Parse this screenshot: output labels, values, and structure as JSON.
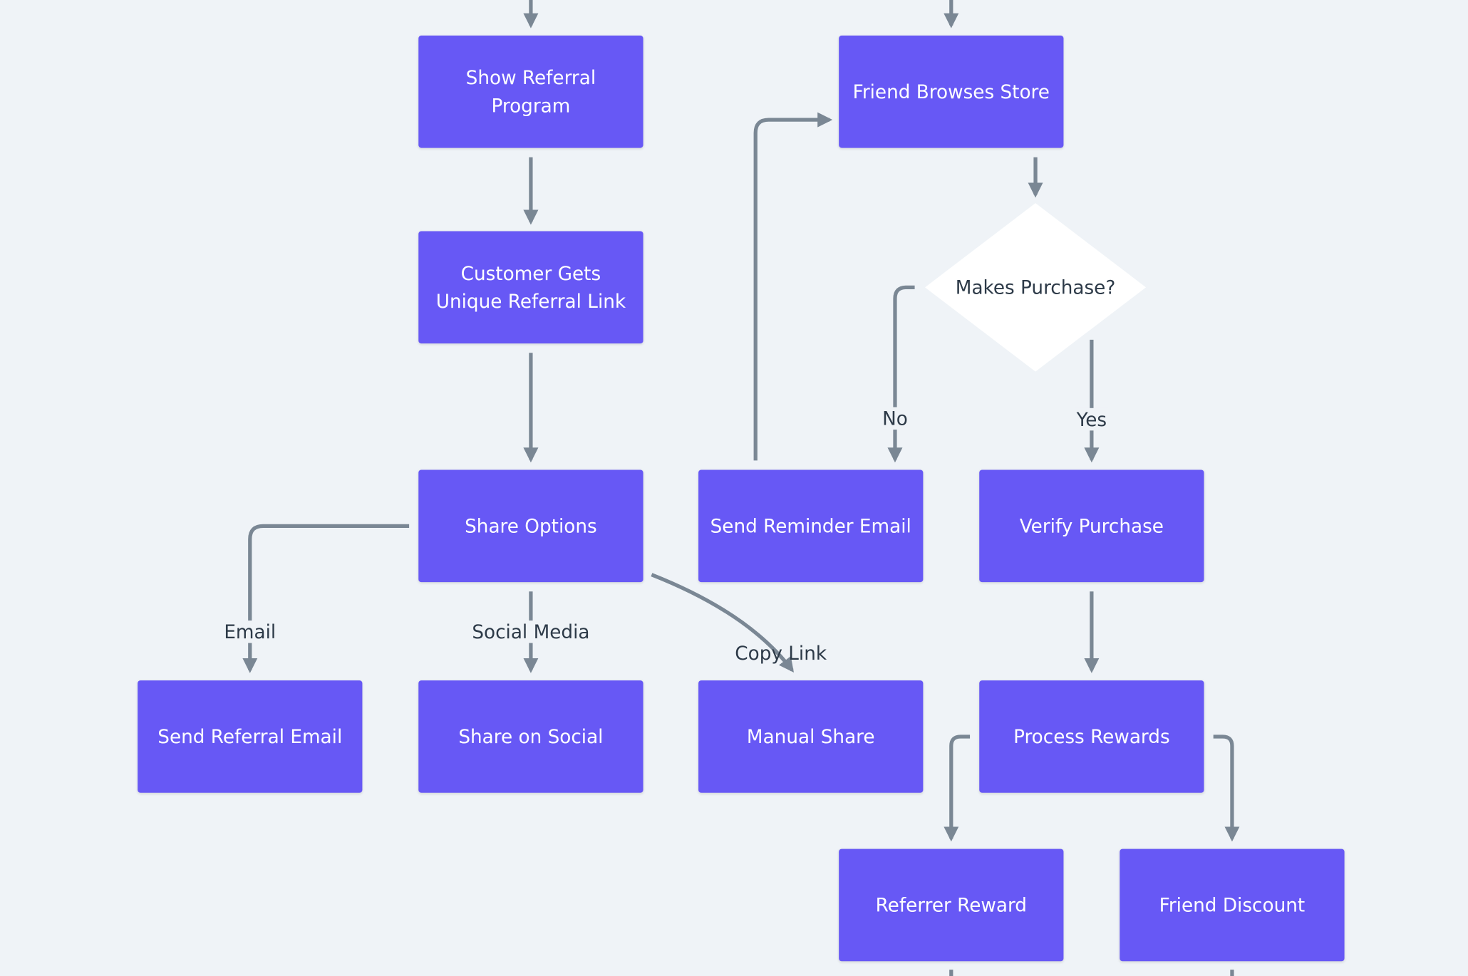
{
  "colors": {
    "node": "#6758f5",
    "edge": "#7a8794",
    "background": "#eff3f7",
    "decision": "#ffffff"
  },
  "nodes": {
    "show_referral": "Show Referral Program",
    "friend_browses": "Friend Browses Store",
    "unique_link": "Customer Gets Unique Referral Link",
    "makes_purchase": "Makes Purchase?",
    "share_options": "Share Options",
    "reminder_email": "Send Reminder Email",
    "verify_purchase": "Verify Purchase",
    "referral_email": "Send Referral Email",
    "share_social": "Share on Social",
    "manual_share": "Manual Share",
    "process_rewards": "Process Rewards",
    "referrer_reward": "Referrer Reward",
    "friend_discount": "Friend Discount"
  },
  "edge_labels": {
    "email": "Email",
    "social": "Social Media",
    "copy": "Copy Link",
    "no": "No",
    "yes": "Yes"
  }
}
